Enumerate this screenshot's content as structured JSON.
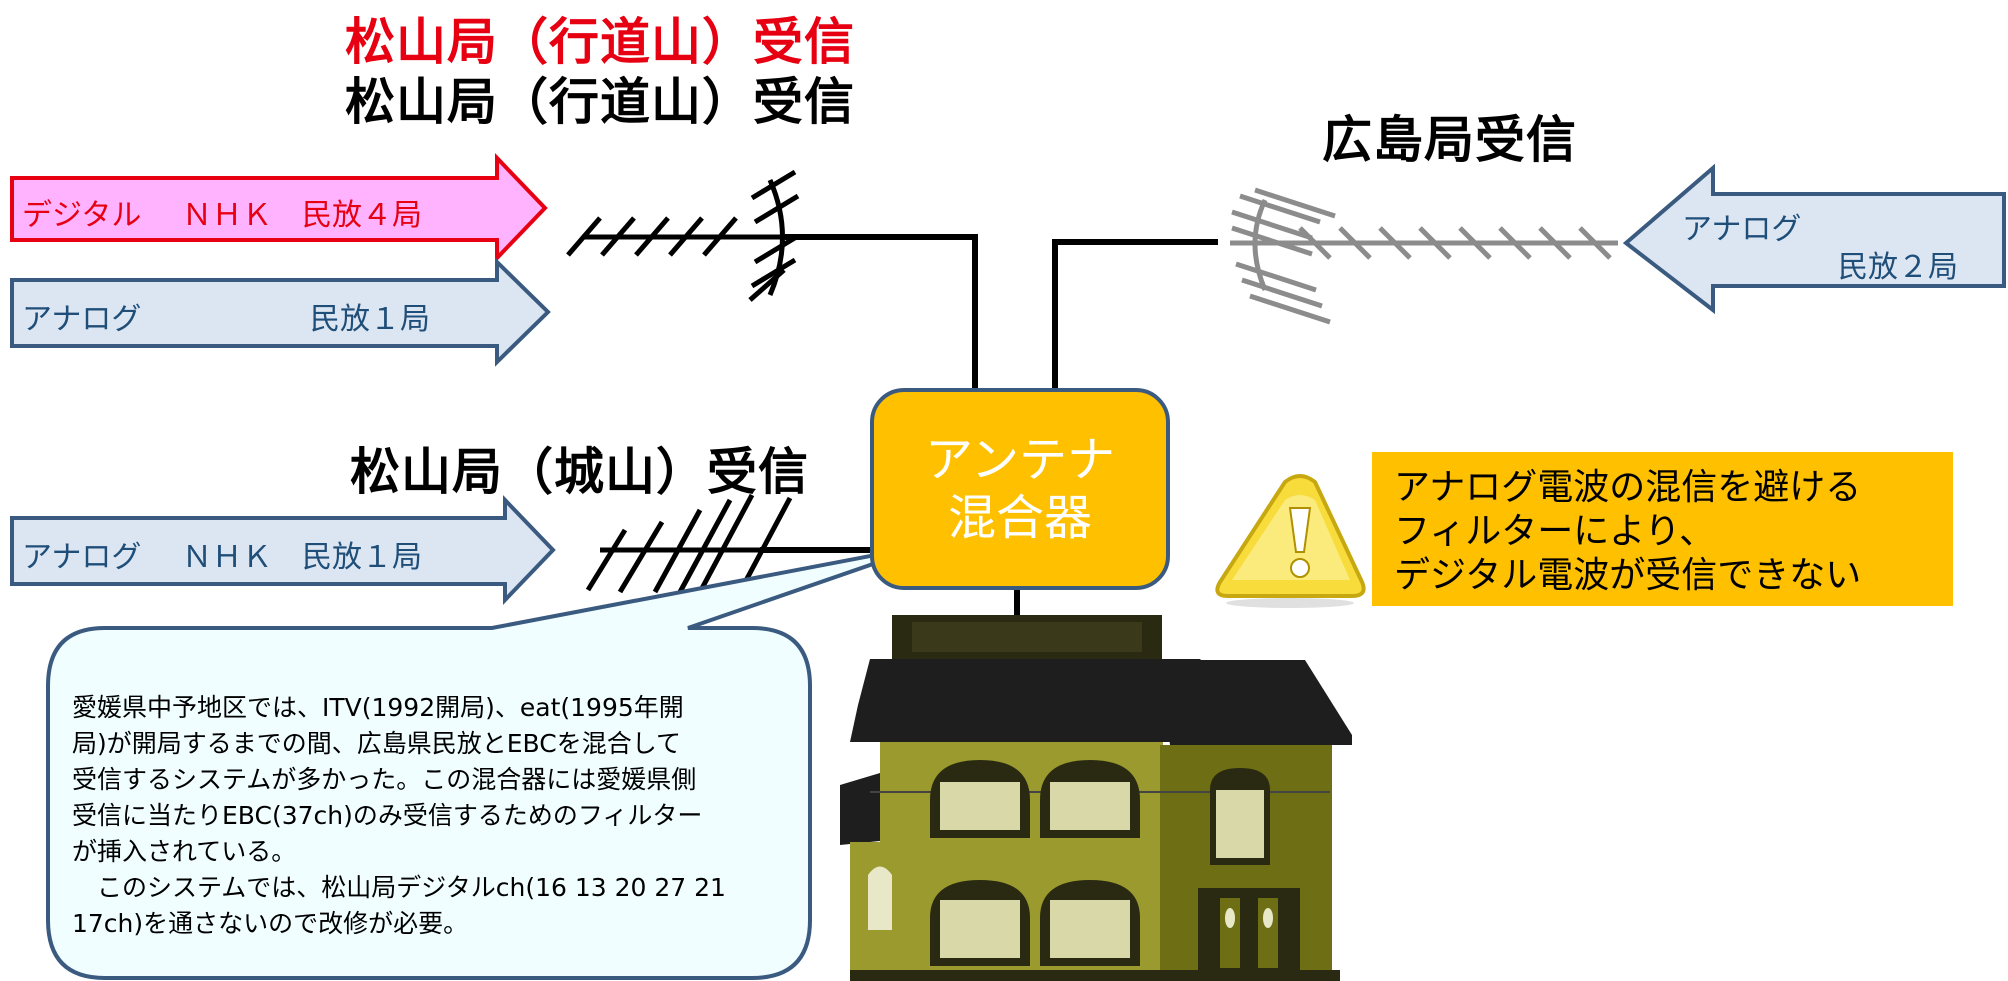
{
  "titles": {
    "matsuyama_gyodo_red": "松山局（行道山）受信",
    "matsuyama_gyodo": "松山局（行道山）受信",
    "hiroshima": "広島局受信",
    "matsuyama_shiro": "松山局（城山）受信"
  },
  "arrows": {
    "digital": {
      "label": "デジタル",
      "stations": "ＮＨＫ　民放４局"
    },
    "analog1": {
      "label": "アナログ",
      "stations": "民放１局"
    },
    "analog_hiroshima": {
      "label": "アナログ",
      "stations": "民放２局"
    },
    "analog_shiro": {
      "label": "アナログ",
      "stations": "ＮＨＫ　民放１局"
    }
  },
  "mixer": {
    "line1": "アンテナ",
    "line2": "混合器"
  },
  "callout": {
    "text": "愛媛県中予地区では、ITV(1992開局)、eat(1995年開\n局)が開局するまでの間、広島県民放とEBCを混合して\n受信するシステムが多かった。この混合器には愛媛県側\n受信に当たりEBC(37ch)のみ受信するためのフィルター\nが挿入されている。\n　このシステムでは、松山局デジタルch(16 13 20 27 21\n17ch)を通さないので改修が必要。"
  },
  "warning": {
    "line1": "アナログ電波の混信を避ける",
    "line2": "フィルターにより、",
    "line3": "デジタル電波が受信できない"
  },
  "colors": {
    "accent_orange": "#ffc000",
    "arrow_blue_fill": "#dce6f2",
    "arrow_blue_border": "#3a5a80",
    "arrow_pink_fill": "#ffb3ff",
    "arrow_red_border": "#e60012",
    "house_olive": "#9a9a2e",
    "house_dark": "#2a2a12"
  },
  "icons": [
    "warning-triangle-icon",
    "house-icon",
    "yagi-antenna-icon"
  ]
}
